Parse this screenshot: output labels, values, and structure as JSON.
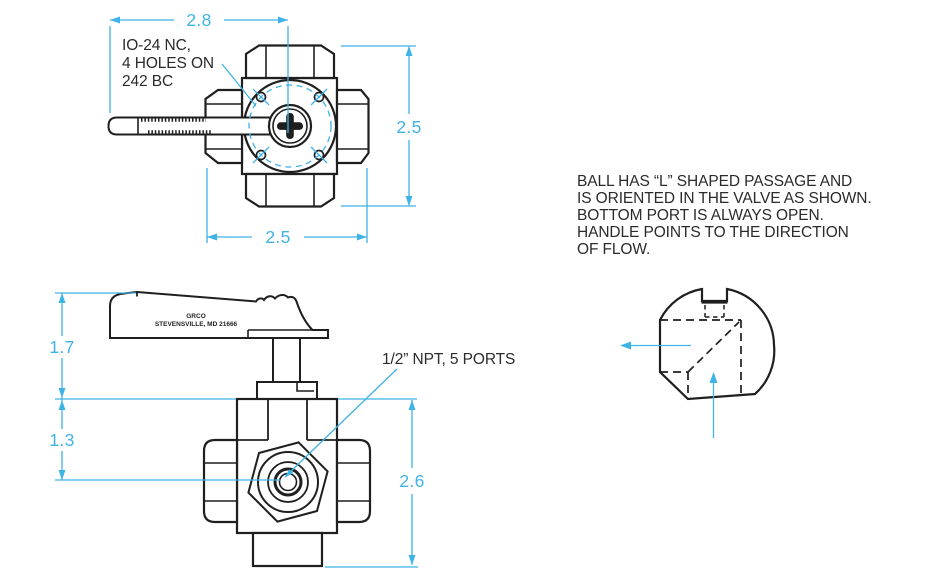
{
  "drawing_type": "ball valve engineering drawing",
  "colors": {
    "background": "#ffffff",
    "line_ink": "#1f1f1f",
    "dimension_accent": "#3fb2e6",
    "note_text": "#2b2b2b"
  },
  "top_view": {
    "dim_top_width": "2.8",
    "dim_right_height": "2.5",
    "dim_bottom_width": "2.5",
    "thread_note": {
      "line1": "IO-24 NC,",
      "line2": "4 HOLES ON",
      "line3": "242 BC"
    }
  },
  "front_view": {
    "dim_handle_height": "1.7",
    "dim_port_center_height": "1.3",
    "dim_body_height": "2.6",
    "port_note": "1/2” NPT, 5 PORTS",
    "handle_marking": {
      "line1": "GRCO",
      "line2": "STEVENSVILLE, MD 21666"
    }
  },
  "ball_note": {
    "line1": "BALL HAS “L” SHAPED PASSAGE AND",
    "line2": "IS ORIENTED IN THE VALVE AS SHOWN.",
    "line3": "BOTTOM PORT IS ALWAYS OPEN.",
    "line4": "HANDLE POINTS TO THE DIRECTION",
    "line5": "OF FLOW."
  }
}
